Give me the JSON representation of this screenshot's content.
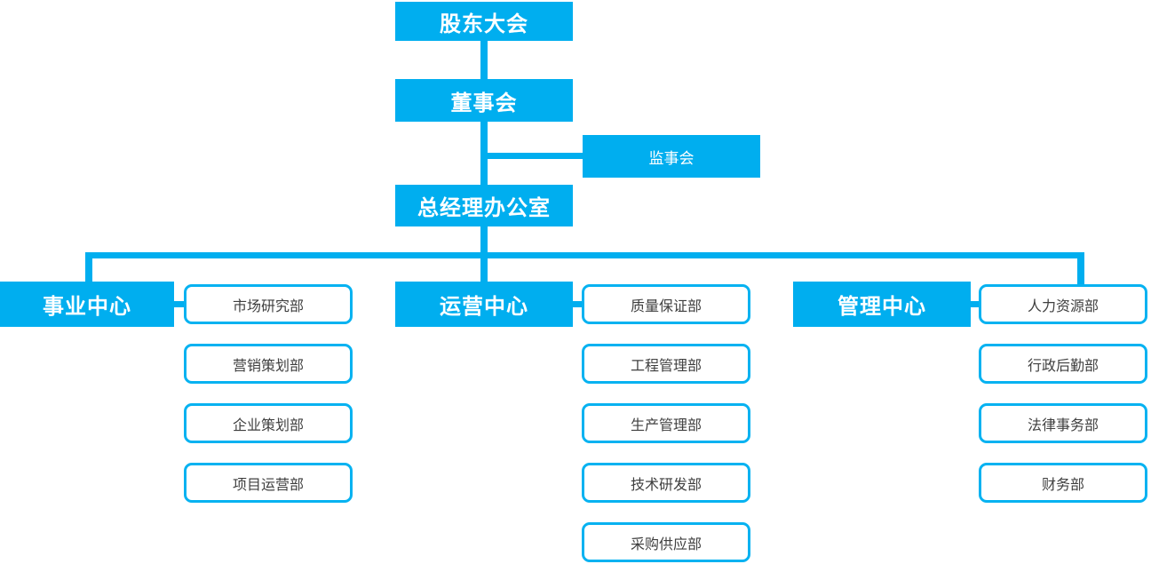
{
  "org": {
    "root": "股东大会",
    "board": "董事会",
    "supervisory": "监事会",
    "gm_office": "总经理办公室",
    "centers": [
      {
        "name": "事业中心",
        "departments": [
          "市场研究部",
          "营销策划部",
          "企业策划部",
          "项目运营部"
        ]
      },
      {
        "name": "运营中心",
        "departments": [
          "质量保证部",
          "工程管理部",
          "生产管理部",
          "技术研发部",
          "采购供应部"
        ]
      },
      {
        "name": "管理中心",
        "departments": [
          "人力资源部",
          "行政后勤部",
          "法律事务部",
          "财务部"
        ]
      }
    ],
    "colors": {
      "primary_blue": "#00AEEF",
      "white_box_border": "#06B2F1",
      "dark_text": "#3F3F3F",
      "light_text": "#FFFFFF",
      "background": "#FFFFFF"
    }
  }
}
